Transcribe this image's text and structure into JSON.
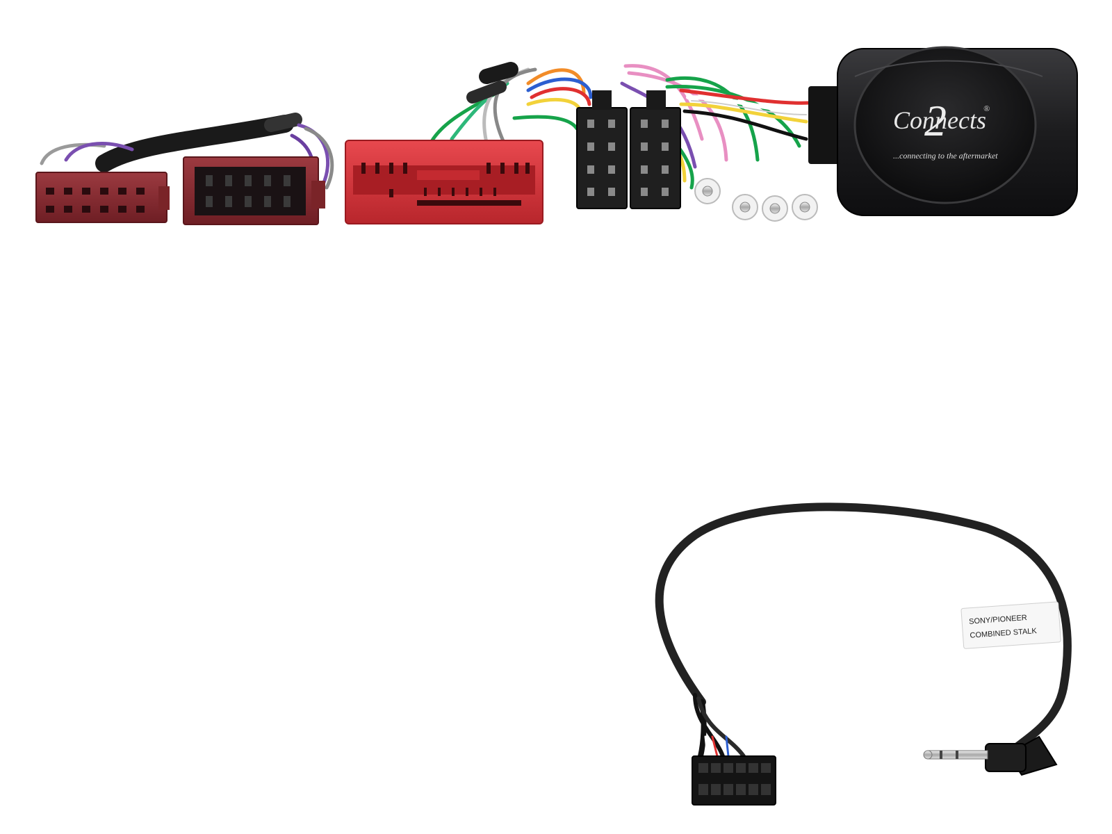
{
  "module": {
    "brand": "Connects",
    "brand_mark": "2",
    "tagline": "...connecting to the aftermarket",
    "registered": "®"
  },
  "patch_lead": {
    "sticker_line1": "SONY/PIONEER",
    "sticker_line2": "COMBINED STALK"
  },
  "colors": {
    "background": "#ffffff",
    "iso_connector": "#8a2a30",
    "oem_connector": "#d8333a",
    "iso_black": "#1c1c1c",
    "module_body": "#1e1e20",
    "cable": "#222222",
    "wires": [
      "#7a4fb0",
      "#3cb371",
      "#f28c28",
      "#2d5fd0",
      "#e88fc2",
      "#f2d23a",
      "#e03030",
      "#bbbbbb",
      "#16a34a",
      "#111111",
      "#ffffff"
    ]
  },
  "icons": [
    "connector-icon",
    "module-icon",
    "jack-plug-icon"
  ]
}
